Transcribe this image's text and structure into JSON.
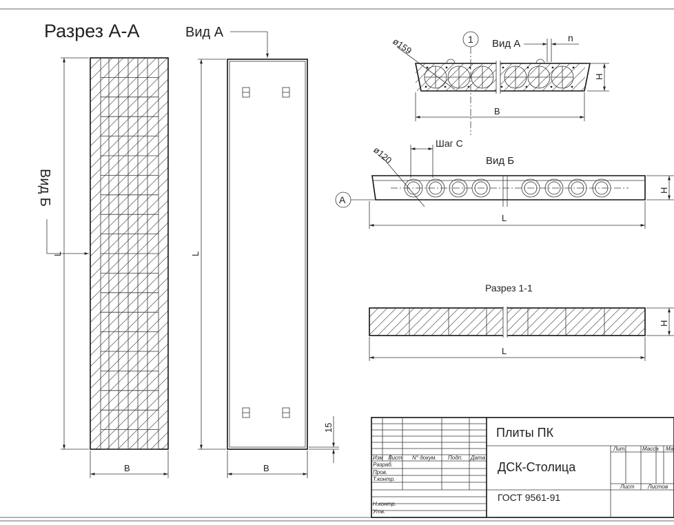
{
  "views": {
    "section_aa_title": "Разрез А-А",
    "view_a_label": "Вид А",
    "view_b_label": "Вид Б",
    "dim_b": "B",
    "dim_l": "L",
    "dim_h": "H",
    "dim_15": "15",
    "dim_n": "n",
    "diam_159": "ø159",
    "diam_120": "ø120",
    "step_c": "Шаг С",
    "callout_1": "1",
    "callout_a": "А",
    "section_11_title": "Разрез 1-1"
  },
  "title_block": {
    "product": "Плиты ПК",
    "company": "ДСК-Столица",
    "standard": "ГОСТ 9561-91",
    "col_headers": [
      "Изм",
      "Лист",
      "N° докум.",
      "Подп.",
      "Дата"
    ],
    "row_labels": [
      "Разраб.",
      "Пров.",
      "Т.контр.",
      "",
      "Н.контр.",
      "Утв."
    ],
    "lit": "Лит.",
    "mass": "Масса",
    "scale": "Ма",
    "sheet": "Лист",
    "sheets": "Листов"
  }
}
